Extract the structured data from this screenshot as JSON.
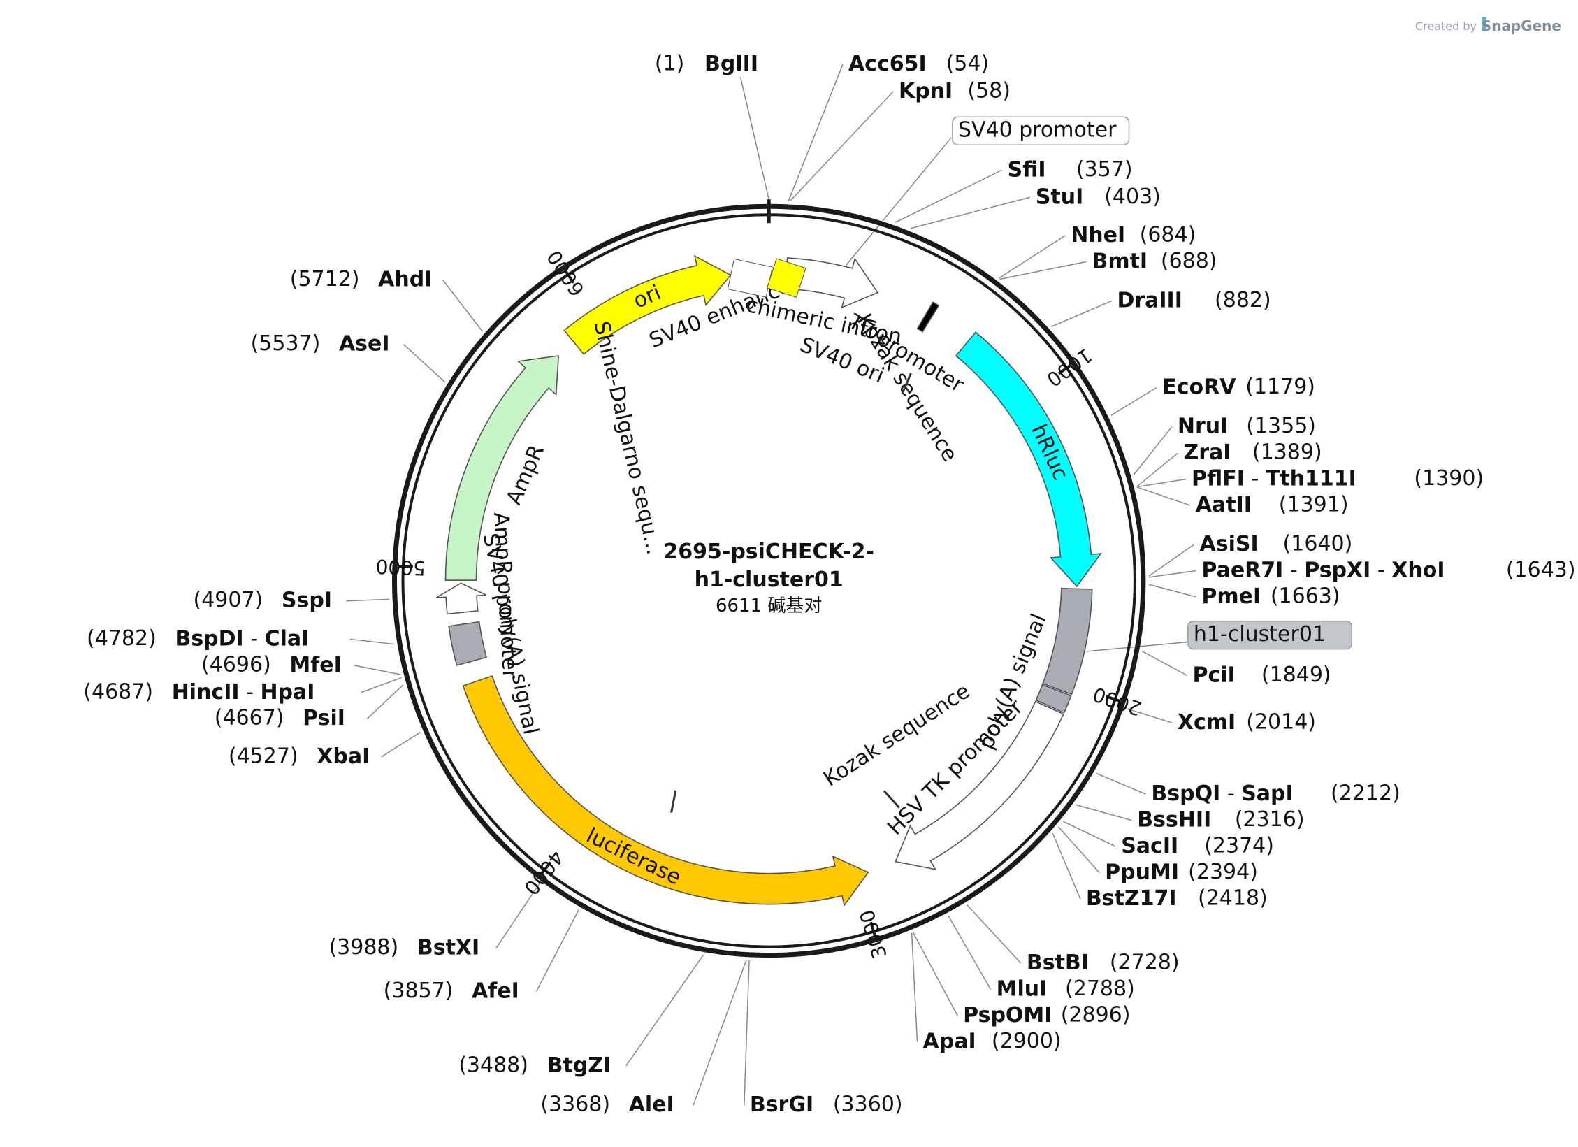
{
  "credit": {
    "created_by": "Created by",
    "brand": "SnapGene"
  },
  "plasmid": {
    "name_line1": "2695-psiCHECK-2-",
    "name_line2": "h1-cluster01",
    "length_label": "6611 碱基对",
    "total_bp": 6611
  },
  "ticks": [
    {
      "bp": 1000,
      "label": "1000"
    },
    {
      "bp": 2000,
      "label": "2000"
    },
    {
      "bp": 3000,
      "label": "3000"
    },
    {
      "bp": 4000,
      "label": "4000"
    },
    {
      "bp": 5000,
      "label": "5000"
    },
    {
      "bp": 6000,
      "label": "6000"
    }
  ],
  "features": [
    {
      "name": "ori",
      "start": 5890,
      "end": 6480,
      "dir": 1,
      "color": "#ffff00",
      "label": "ori",
      "label_inside": true
    },
    {
      "name": "chimeric intron",
      "start": 60,
      "end": 380,
      "dir": 1,
      "color": "#ffffff",
      "label": "chimeric intron"
    },
    {
      "name": "T7 promoter",
      "start": 560,
      "end": 582,
      "dir": 0,
      "color": "#000000",
      "label": "T7 promoter"
    },
    {
      "name": "hRluc",
      "start": 730,
      "end": 1672,
      "dir": 1,
      "color": "#00ffff",
      "label": "hRluc",
      "label_inside": true
    },
    {
      "name": "h1-cluster01",
      "start": 1680,
      "end": 2030,
      "dir": 0,
      "color": "#a9aeb5",
      "label": ""
    },
    {
      "name": "poly(A) signal",
      "start": 2035,
      "end": 2095,
      "dir": 0,
      "color": "#a9aeb5",
      "label": "poly(A) signal"
    },
    {
      "name": "HSV TK promoter",
      "start": 2100,
      "end": 2860,
      "dir": 1,
      "color": "#ffffff",
      "label": "HSV TK promoter"
    },
    {
      "name": "luciferase",
      "start": 2960,
      "end": 4610,
      "dir": -1,
      "color": "#ffc800",
      "label": "luciferase",
      "label_inside": true
    },
    {
      "name": "SV40 poly(A) signal",
      "start": 4680,
      "end": 4810,
      "dir": 0,
      "color": "#a9aeb5",
      "label": "SV40 poly(A) signal"
    },
    {
      "name": "AmpR promoter",
      "start": 4850,
      "end": 4950,
      "dir": 1,
      "color": "#ffffff",
      "label": "AmpR promoter"
    },
    {
      "name": "AmpR",
      "start": 4960,
      "end": 5820,
      "dir": 1,
      "color": "#c8f5c8",
      "label": "AmpR"
    }
  ],
  "inner_features": [
    {
      "name": "SV40 enhancer",
      "label": "SV40 enhancer"
    },
    {
      "name": "SV40 ori",
      "label": "SV40 ori"
    },
    {
      "name": "Kozak sequence 1",
      "label": "Kozak sequence"
    },
    {
      "name": "Kozak sequence 2",
      "label": "Kozak sequence"
    },
    {
      "name": "Shine-Dalgarno sequence",
      "label": "Shine-Dalgarno sequ..."
    }
  ],
  "sites": [
    {
      "pos": "(1)",
      "names": [
        "BglII"
      ],
      "bp": 1
    },
    {
      "pos": "(54)",
      "names": [
        "Acc65I"
      ],
      "bp": 54
    },
    {
      "pos": "(58)",
      "names": [
        "KpnI"
      ],
      "bp": 58
    },
    {
      "pos": "(357)",
      "names": [
        "SfiI"
      ],
      "bp": 357
    },
    {
      "pos": "(403)",
      "names": [
        "StuI"
      ],
      "bp": 403
    },
    {
      "pos": "(684)",
      "names": [
        "NheI"
      ],
      "bp": 684
    },
    {
      "pos": "(688)",
      "names": [
        "BmtI"
      ],
      "bp": 688
    },
    {
      "pos": "(882)",
      "names": [
        "DraIII"
      ],
      "bp": 882
    },
    {
      "pos": "(1179)",
      "names": [
        "EcoRV"
      ],
      "bp": 1179
    },
    {
      "pos": "(1355)",
      "names": [
        "NruI"
      ],
      "bp": 1355
    },
    {
      "pos": "(1389)",
      "names": [
        "ZraI"
      ],
      "bp": 1389
    },
    {
      "pos": "(1390)",
      "names": [
        "PflFI",
        "Tth111I"
      ],
      "bp": 1390
    },
    {
      "pos": "(1391)",
      "names": [
        "AatII"
      ],
      "bp": 1391
    },
    {
      "pos": "(1640)",
      "names": [
        "AsiSI"
      ],
      "bp": 1640
    },
    {
      "pos": "(1643)",
      "names": [
        "PaeR7I",
        "PspXI",
        "XhoI"
      ],
      "bp": 1643
    },
    {
      "pos": "(1663)",
      "names": [
        "PmeI"
      ],
      "bp": 1663
    },
    {
      "pos": "(1849)",
      "names": [
        "PciI"
      ],
      "bp": 1849
    },
    {
      "pos": "(2014)",
      "names": [
        "XcmI"
      ],
      "bp": 2014
    },
    {
      "pos": "(2212)",
      "names": [
        "BspQI",
        "SapI"
      ],
      "bp": 2212
    },
    {
      "pos": "(2316)",
      "names": [
        "BssHII"
      ],
      "bp": 2316
    },
    {
      "pos": "(2374)",
      "names": [
        "SacII"
      ],
      "bp": 2374
    },
    {
      "pos": "(2394)",
      "names": [
        "PpuMI"
      ],
      "bp": 2394
    },
    {
      "pos": "(2418)",
      "names": [
        "BstZ17I"
      ],
      "bp": 2418
    },
    {
      "pos": "(2728)",
      "names": [
        "BstBI"
      ],
      "bp": 2728
    },
    {
      "pos": "(2788)",
      "names": [
        "MluI"
      ],
      "bp": 2788
    },
    {
      "pos": "(2896)",
      "names": [
        "PspOMI"
      ],
      "bp": 2896
    },
    {
      "pos": "(2900)",
      "names": [
        "ApaI"
      ],
      "bp": 2900
    },
    {
      "pos": "(3360)",
      "names": [
        "BsrGI"
      ],
      "bp": 3360
    },
    {
      "pos": "(3368)",
      "names": [
        "AleI"
      ],
      "bp": 3368
    },
    {
      "pos": "(3488)",
      "names": [
        "BtgZI"
      ],
      "bp": 3488
    },
    {
      "pos": "(3857)",
      "names": [
        "AfeI"
      ],
      "bp": 3857
    },
    {
      "pos": "(3988)",
      "names": [
        "BstXI"
      ],
      "bp": 3988
    },
    {
      "pos": "(4527)",
      "names": [
        "XbaI"
      ],
      "bp": 4527
    },
    {
      "pos": "(4667)",
      "names": [
        "PsiI"
      ],
      "bp": 4667
    },
    {
      "pos": "(4687)",
      "names": [
        "HincII",
        "HpaI"
      ],
      "bp": 4687
    },
    {
      "pos": "(4696)",
      "names": [
        "MfeI"
      ],
      "bp": 4696
    },
    {
      "pos": "(4782)",
      "names": [
        "BspDI",
        "ClaI"
      ],
      "bp": 4782
    },
    {
      "pos": "(4907)",
      "names": [
        "SspI"
      ],
      "bp": 4907
    },
    {
      "pos": "(5537)",
      "names": [
        "AseI"
      ],
      "bp": 5537
    },
    {
      "pos": "(5712)",
      "names": [
        "AhdI"
      ],
      "bp": 5712
    }
  ],
  "feature_callouts": [
    {
      "name": "SV40 promoter",
      "label": "SV40 promoter",
      "style": "outline"
    },
    {
      "name": "h1-cluster01",
      "label": "h1-cluster01",
      "style": "filled"
    }
  ],
  "name_separator": " - "
}
